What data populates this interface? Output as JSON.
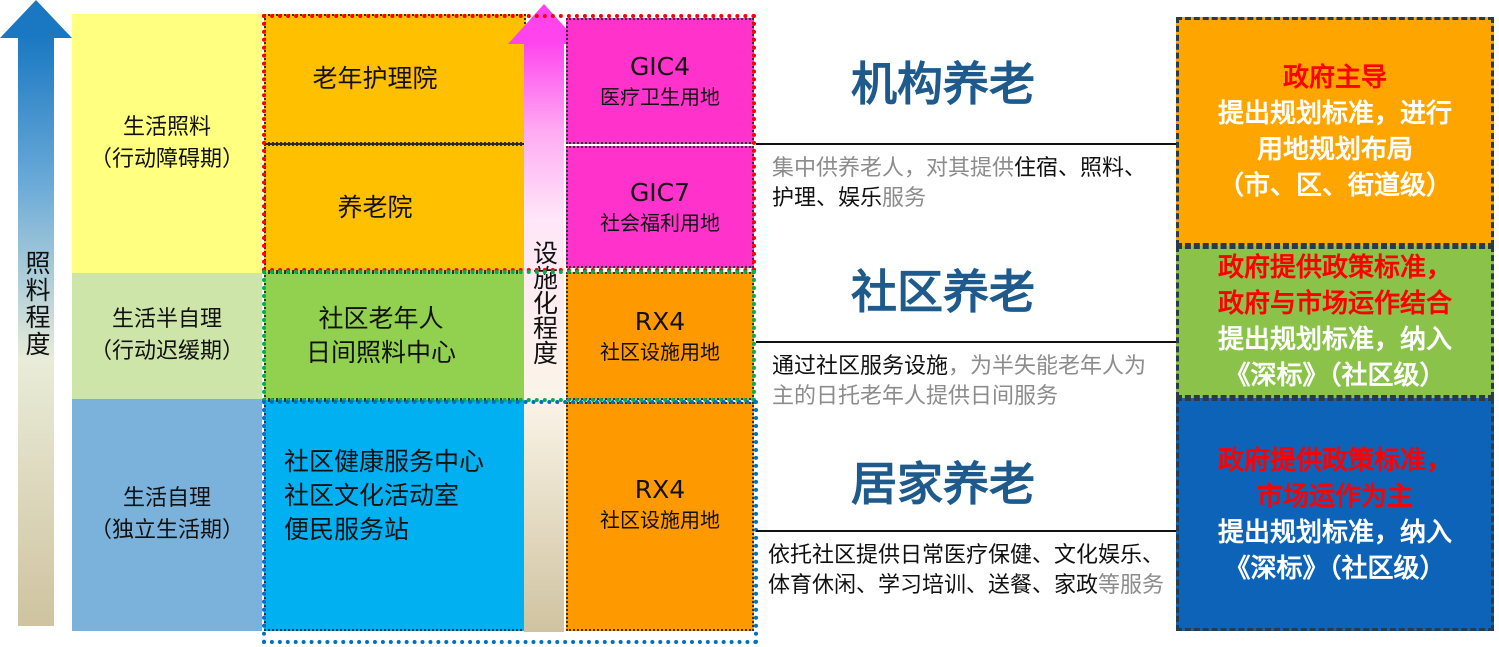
{
  "care_axis": {
    "label": "照料程度"
  },
  "facility_axis": {
    "label": "设施化程度"
  },
  "stages": [
    {
      "line1": "生活照料",
      "line2": "（行动障碍期）"
    },
    {
      "line1": "生活半自理",
      "line2": "（行动迟缓期）"
    },
    {
      "line1": "生活自理",
      "line2": "（独立生活期）"
    }
  ],
  "facilities": [
    {
      "line1": "老年护理院"
    },
    {
      "line1": "养老院"
    },
    {
      "line1": "社区老年人",
      "line2": "日间照料中心"
    },
    {
      "line1": "社区健康服务中心",
      "line2": "社区文化活动室",
      "line3": "便民服务站"
    }
  ],
  "land_use": [
    {
      "code": "GIC4",
      "name": "医疗卫生用地"
    },
    {
      "code": "GIC7",
      "name": "社会福利用地"
    },
    {
      "code": "RX4",
      "name": "社区设施用地"
    },
    {
      "code": "RX4",
      "name": "社区设施用地"
    }
  ],
  "modes": [
    {
      "title": "机构养老",
      "desc_grey_1": "集中供养老人，对其提供",
      "desc_dark_1": "住宿、照料、护理、娱乐",
      "desc_grey_2": "服务"
    },
    {
      "title": "社区养老",
      "desc_dark_1": "通过社区服务设施",
      "desc_grey_1": "，为半失能老年人为主的日托老年人提供日间服务"
    },
    {
      "title": "居家养老",
      "desc_dark_1": "依托社区提供日常医疗保健、文化娱乐、体育休闲、学习培训、送餐、家政",
      "desc_grey_1": "等服务"
    }
  ],
  "policies": [
    {
      "red_line1": "政府主导",
      "white_line1": "提出规划标准，进行",
      "white_line2": "用地规划布局",
      "white_line3": "（市、区、街道级）"
    },
    {
      "red_line1": "政府提供政策标准，",
      "red_line2": "政府与市场运作结合",
      "white_line1": "提出规划标准，纳入",
      "white_line2": "《深标》（社区级）"
    },
    {
      "red_line1": "政府提供政策标准，",
      "red_line2": "市场运作为主",
      "white_line1": "提出规划标准，纳入",
      "white_line2": "《深标》（社区级）"
    }
  ],
  "colors": {
    "stage_care": "#ffff80",
    "stage_semi": "#cde5a8",
    "stage_self": "#7ab2dc",
    "fac_orange": "#ffc000",
    "fac_green": "#92d050",
    "fac_cyan": "#00b0f0",
    "land_magenta": "#ff33cc",
    "land_orange": "#ff9900",
    "mode_title": "#1f5a8c",
    "policy_orange": "#ffa500",
    "policy_green": "#8bc34a",
    "policy_blue": "#0d63b8",
    "policy_red_text": "#ff0000"
  }
}
